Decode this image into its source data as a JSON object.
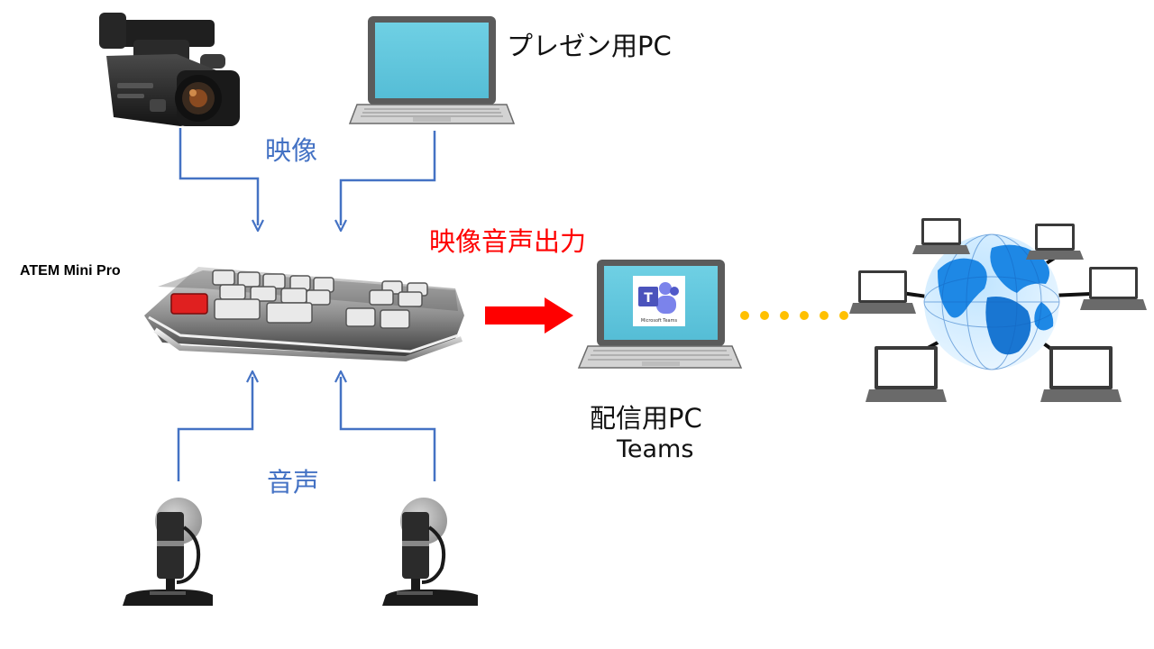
{
  "labels": {
    "presentation_pc": "プレゼン用PC",
    "video": "映像",
    "atem": "ATEM Mini Pro",
    "output": "映像音声出力",
    "streaming_pc_line1": "配信用PC",
    "streaming_pc_line2": "Teams",
    "audio": "音声",
    "teams_app": "Microsoft Teams"
  },
  "colors": {
    "flow_arrow": "#4472c4",
    "output_arrow": "#ff0000",
    "dots": "#ffc000",
    "atem_red_button": "#e02020",
    "globe": "#1e88e5"
  }
}
